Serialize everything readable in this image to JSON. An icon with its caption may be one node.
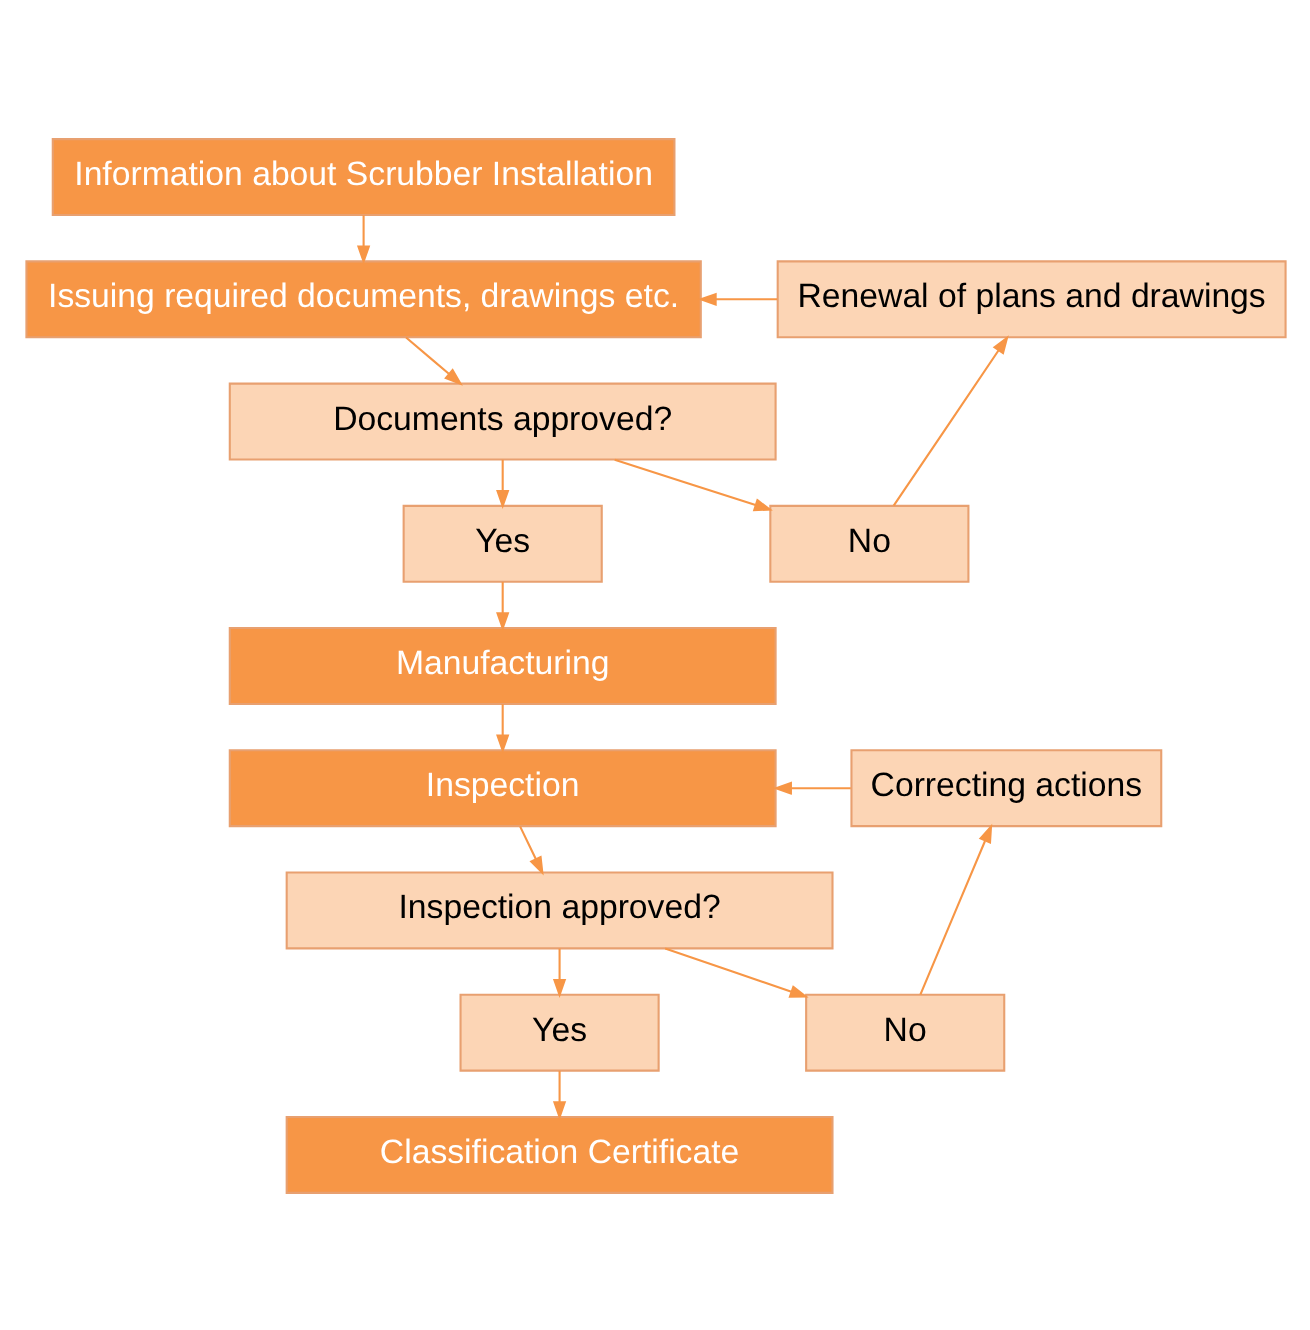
{
  "diagram": {
    "nodes": [
      {
        "text": [
          "Information about Scrubber Installation"
        ]
      },
      {
        "text": [
          "Issuing required documents, drawings etc."
        ]
      },
      {
        "text": [
          "Documents approved?"
        ]
      },
      {
        "text": [
          "Yes"
        ]
      },
      {
        "text": [
          "No"
        ]
      },
      {
        "text": [
          "Renewal of plans and drawings"
        ]
      },
      {
        "text": [
          "Manufacturing"
        ]
      },
      {
        "text": [
          "Inspection"
        ]
      },
      {
        "text": [
          "Inspection approved?"
        ]
      },
      {
        "text": [
          "Yes"
        ]
      },
      {
        "text": [
          "No"
        ]
      },
      {
        "text": [
          "Correcting actions"
        ]
      },
      {
        "text": [
          "Classification Certificate"
        ]
      }
    ],
    "edges": [
      {
        "from": 0,
        "to": 1,
        "arrow": "to"
      },
      {
        "from": 1,
        "to": 2,
        "arrow": "to"
      },
      {
        "from": 2,
        "to": 3,
        "arrow": "to"
      },
      {
        "from": 2,
        "to": 4,
        "arrow": "to"
      },
      {
        "from": 4,
        "to": 5,
        "arrow": "to"
      },
      {
        "from": 5,
        "to": 1,
        "arrow": "to"
      },
      {
        "from": 3,
        "to": 6,
        "arrow": "to"
      },
      {
        "from": 6,
        "to": 7,
        "arrow": "to"
      },
      {
        "from": 7,
        "to": 8,
        "arrow": "to"
      },
      {
        "from": 8,
        "to": 9,
        "arrow": "to"
      },
      {
        "from": 8,
        "to": 10,
        "arrow": "to"
      },
      {
        "from": 10,
        "to": 11,
        "arrow": "to"
      },
      {
        "from": 11,
        "to": 7,
        "arrow": "to"
      },
      {
        "from": 9,
        "to": 12,
        "arrow": "to"
      }
    ]
  }
}
